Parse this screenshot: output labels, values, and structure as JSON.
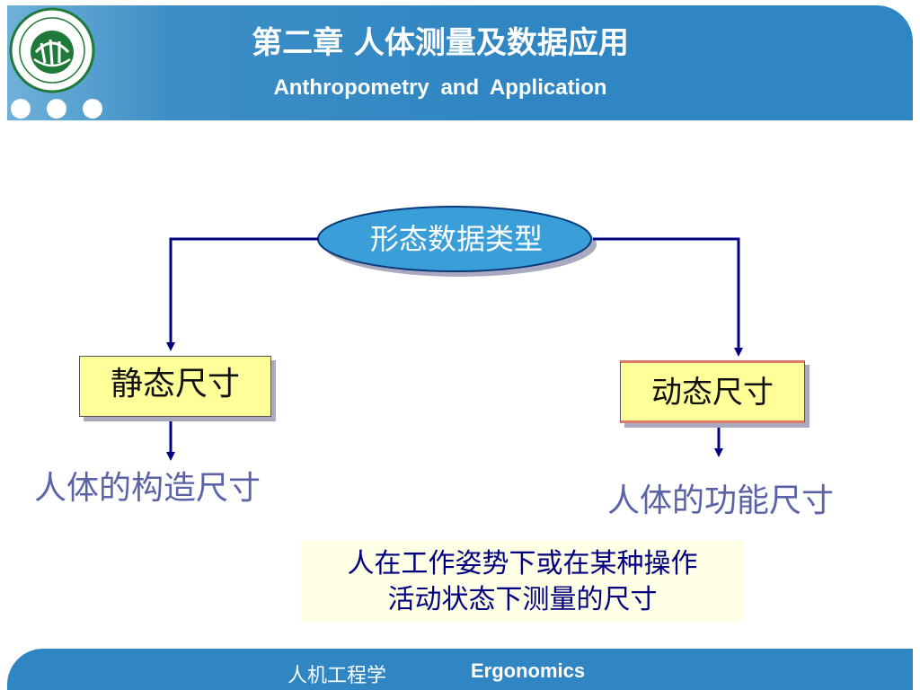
{
  "header": {
    "title_cn": "第二章  人体测量及数据应用",
    "title_en": "Anthropometry  and  Application",
    "logo_icon": "university-seal-icon"
  },
  "diagram": {
    "root": "形态数据类型",
    "left_box": "静态尺寸",
    "right_box": "动态尺寸",
    "left_desc": "人体的构造尺寸",
    "right_desc": "人体的功能尺寸",
    "note_line1": "人在工作姿势下或在某种操作",
    "note_line2": "活动状态下测量的尺寸"
  },
  "footer": {
    "course_cn": "人机工程学",
    "course_en": "Ergonomics"
  },
  "colors": {
    "band": "#2f86c2",
    "box_fill": "#ffff99",
    "connector": "#000080",
    "desc_text": "#5a63a8"
  }
}
